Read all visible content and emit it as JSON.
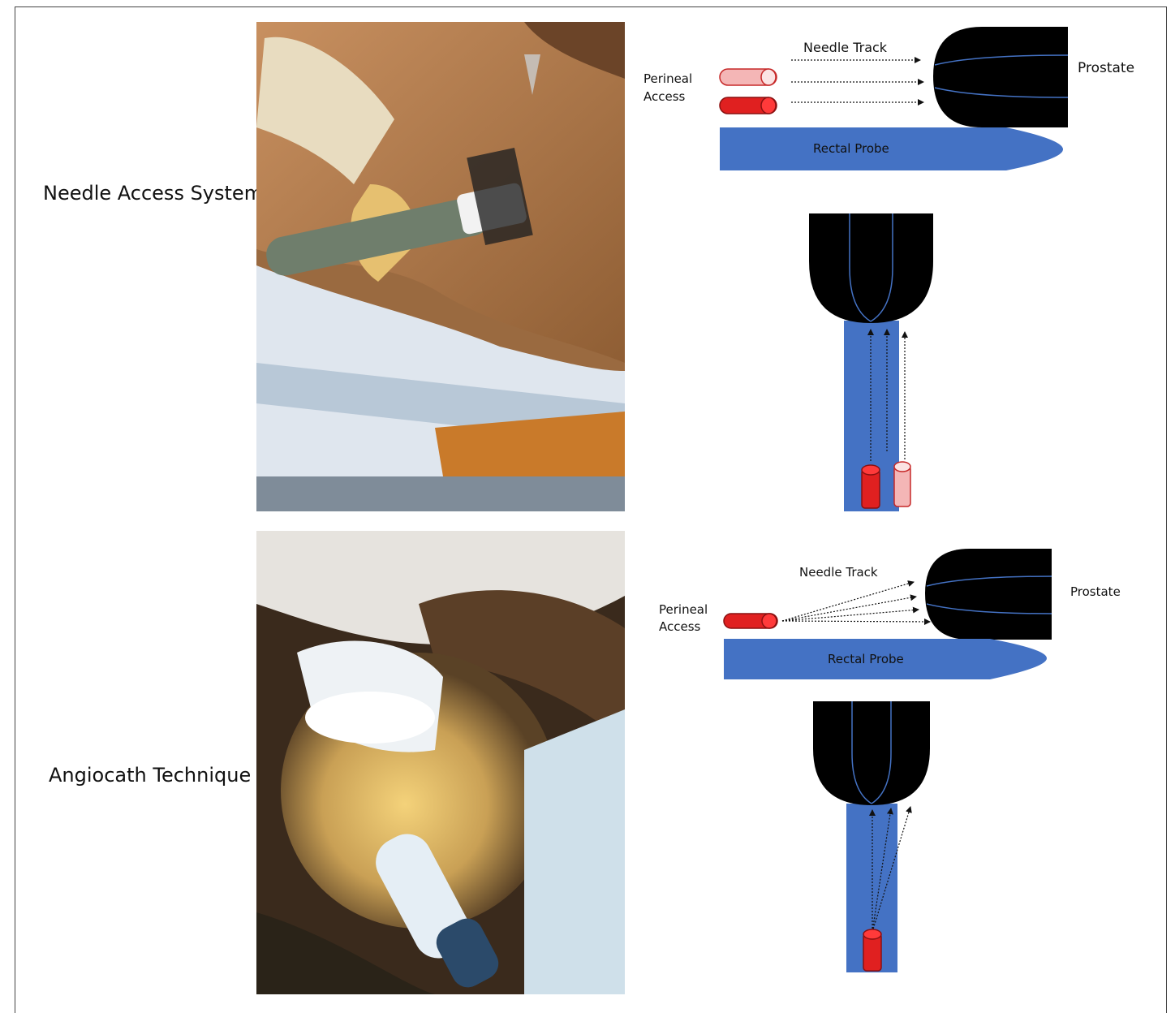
{
  "rows": [
    {
      "label": "Needle Access System",
      "diagram": {
        "needle_track": "Needle Track",
        "prostate": "Prostate",
        "perineal_access": [
          "Perineal",
          "Access"
        ],
        "rectal_probe": "Rectal Probe"
      }
    },
    {
      "label": "Angiocath Technique",
      "diagram": {
        "needle_track": "Needle Track",
        "prostate": "Prostate",
        "perineal_access": [
          "Perineal",
          "Access"
        ],
        "rectal_probe": "Rectal Probe"
      }
    }
  ],
  "colors": {
    "probe_blue": "#4472c4",
    "prostate_black": "#000000",
    "needle_red": "#e02020",
    "needle_pink": "#f4b6b6",
    "glove": "#e8dcc0",
    "skin": "#b07a45",
    "drape": "#dfe6ee"
  },
  "icons": {
    "photo_top": "procedure-photo-needle-access",
    "photo_bottom": "procedure-photo-angiocath"
  }
}
